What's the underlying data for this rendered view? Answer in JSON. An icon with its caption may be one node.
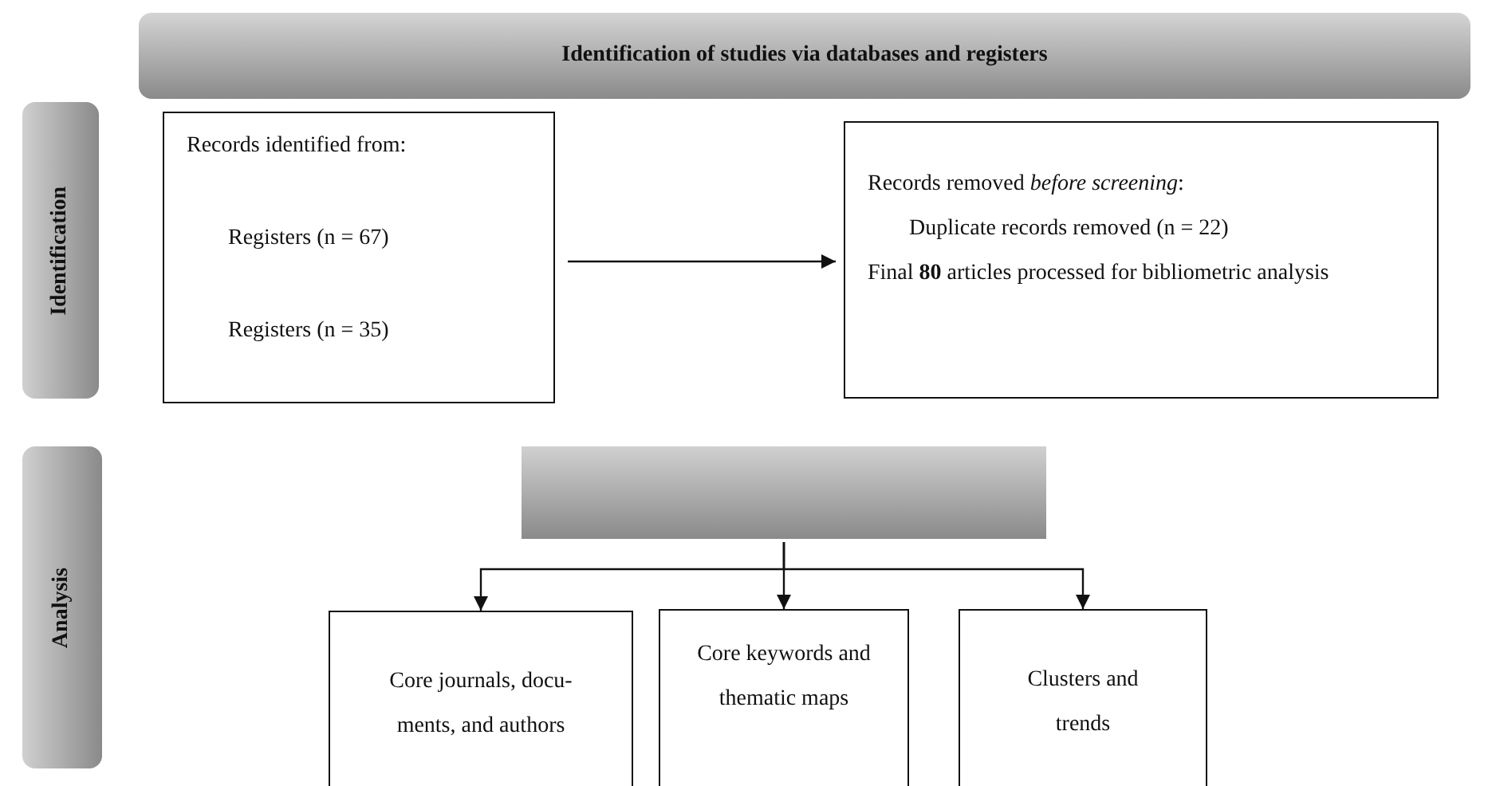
{
  "diagram": {
    "nodes": [
      {
        "text": [
          "Identification of studies via databases and registers"
        ]
      },
      {
        "text": [
          "Identification"
        ]
      },
      {
        "text": [
          "Records identified from:",
          "Registers (n = 67)",
          "Registers (n = 35)"
        ]
      },
      {
        "text": [
          "Records removed *before screening*:",
          "Duplicate records removed (n = 22)",
          "Final **80** articles processed for bibliometric analysis"
        ]
      },
      {
        "text": [
          "Analysis"
        ]
      },
      {
        "text": [],
        "shape": "box"
      },
      {
        "text": [
          "Core journals, docu- ments, and authors"
        ]
      },
      {
        "text": [
          "Core keywords and thematic maps"
        ]
      },
      {
        "text": [
          "Clusters and trends"
        ]
      }
    ],
    "edges": [
      {
        "from": 2,
        "to": 3,
        "arrow": "to"
      },
      {
        "from": 5,
        "to": 6,
        "arrow": "to"
      },
      {
        "from": 5,
        "to": 7,
        "arrow": "to"
      },
      {
        "from": 5,
        "to": 8,
        "arrow": "to"
      }
    ]
  }
}
